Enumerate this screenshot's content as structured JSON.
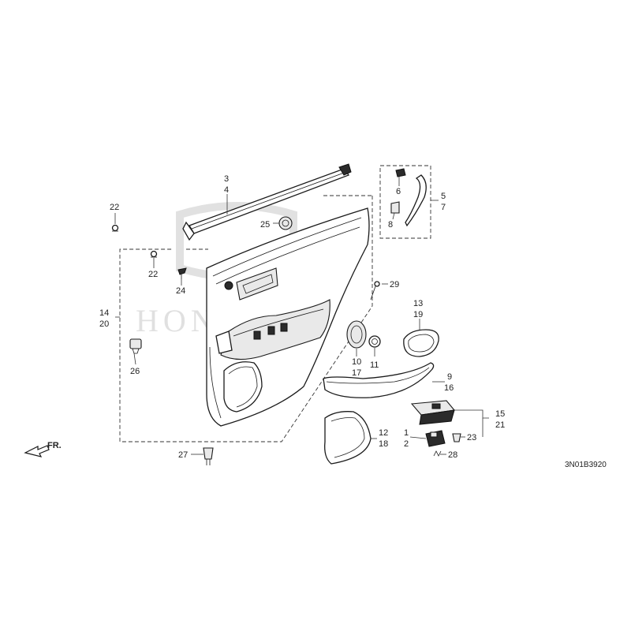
{
  "diagram": {
    "watermark": "HONDA",
    "direction_label": "FR.",
    "diagram_code": "3N01B3920",
    "labels": {
      "p1": "1",
      "p2": "2",
      "p3": "3",
      "p4": "4",
      "p5": "5",
      "p6": "6",
      "p7": "7",
      "p8": "8",
      "p9": "9",
      "p10": "10",
      "p11": "11",
      "p12": "12",
      "p13": "13",
      "p14": "14",
      "p15": "15",
      "p16": "16",
      "p17": "17",
      "p18": "18",
      "p19": "19",
      "p20": "20",
      "p21": "21",
      "p22a": "22",
      "p22b": "22",
      "p23": "23",
      "p24": "24",
      "p25": "25",
      "p26": "26",
      "p27": "27",
      "p28": "28",
      "p29": "29"
    }
  }
}
